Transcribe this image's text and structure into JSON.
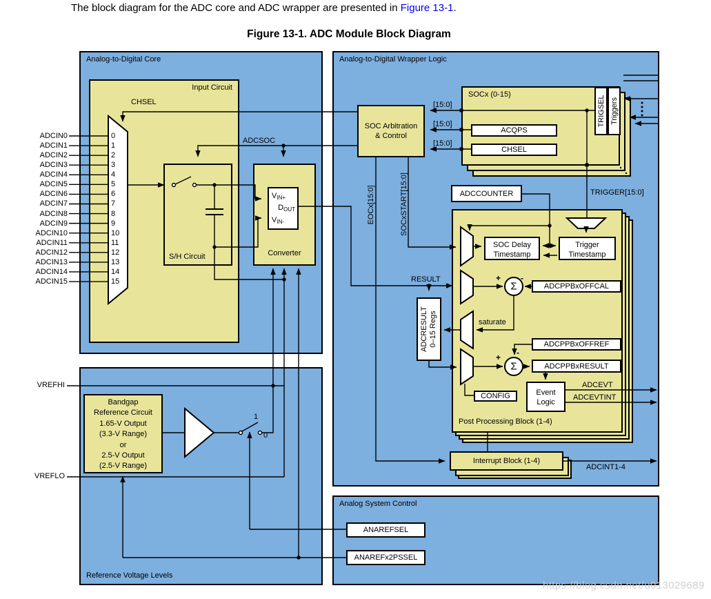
{
  "intro": {
    "text_before": "The block diagram for the ADC core and ADC wrapper are presented in ",
    "link": "Figure 13-1",
    "text_after": "."
  },
  "figure_title": "Figure 13-1. ADC Module Block Diagram",
  "watermark": "https://blog.csdn.net/u013029689",
  "colors": {
    "panel_blue": "#7DAFDF",
    "block_yellow": "#E8E59A",
    "link": "#0000EE"
  },
  "core": {
    "label": "Analog-to-Digital Core",
    "input_circuit": "Input Circuit",
    "chsel": "CHSEL",
    "adcsoc": "ADCSOC",
    "sh_circuit": "S/H Circuit",
    "converter": "Converter",
    "pins": [
      {
        "base": "V",
        "sub": "IN+"
      },
      {
        "base": "D",
        "sub": "OUT"
      },
      {
        "base": "V",
        "sub": "IN-"
      }
    ],
    "channels": [
      "ADCIN0",
      "ADCIN1",
      "ADCIN2",
      "ADCIN3",
      "ADCIN4",
      "ADCIN5",
      "ADCIN6",
      "ADCIN7",
      "ADCIN8",
      "ADCIN9",
      "ADCIN10",
      "ADCIN11",
      "ADCIN12",
      "ADCIN13",
      "ADCIN14",
      "ADCIN15"
    ],
    "mux_inputs": [
      "0",
      "1",
      "2",
      "3",
      "4",
      "5",
      "6",
      "7",
      "8",
      "9",
      "10",
      "11",
      "12",
      "13",
      "14",
      "15"
    ]
  },
  "wrapper": {
    "label": "Analog-to-Digital Wrapper Logic",
    "arbitration": [
      "SOC Arbitration",
      "& Control"
    ],
    "bus": [
      "[15:0]",
      "[15:0]",
      "[15:0]"
    ],
    "socx": {
      "label": "SOCx (0-15)",
      "acqps": "ACQPS",
      "chsel": "CHSEL",
      "trigsel": "TRIGSEL",
      "triggers": "Triggers"
    },
    "trigger_bus": "TRIGGER[15:0]",
    "adccounter": "ADCCOUNTER",
    "eocx": "EOCx[15:0]",
    "socxstart": "SOCxSTART[15:0]",
    "result": "RESULT",
    "adcresult": [
      "ADCRESULT",
      "0–15 Regs"
    ],
    "ppb": {
      "label": "Post Processing Block (1-4)",
      "soc_delay": [
        "SOC Delay",
        "Timestamp"
      ],
      "trigger_ts": [
        "Trigger",
        "Timestamp"
      ],
      "offcal": "ADCPPBxOFFCAL",
      "offref": "ADCPPBxOFFREF",
      "result": "ADCPPBxRESULT",
      "config": "CONFIG",
      "event_logic": [
        "Event",
        "Logic"
      ],
      "saturate": "saturate",
      "sigma": "Σ",
      "plus": "+",
      "minus": "-"
    },
    "outputs": {
      "adcevt": "ADCEVT",
      "adcevtint": "ADCEVTINT",
      "adcint": "ADCINT1-4"
    },
    "interrupt": "Interrupt Block (1-4)"
  },
  "reference": {
    "label": "Reference Voltage Levels",
    "vrefhi": "VREFHI",
    "vreflo": "VREFLO",
    "bandgap": [
      "Bandgap",
      "Reference Circuit",
      "1.65-V Output",
      "(3.3-V Range)",
      "or",
      "2.5-V Output",
      "(2.5-V Range)"
    ],
    "switch_pos1": "1",
    "switch_pos0": "0"
  },
  "asc": {
    "label": "Analog System Control",
    "anarefsel": "ANAREFSEL",
    "anarefx2pssel": "ANAREFx2PSSEL"
  }
}
